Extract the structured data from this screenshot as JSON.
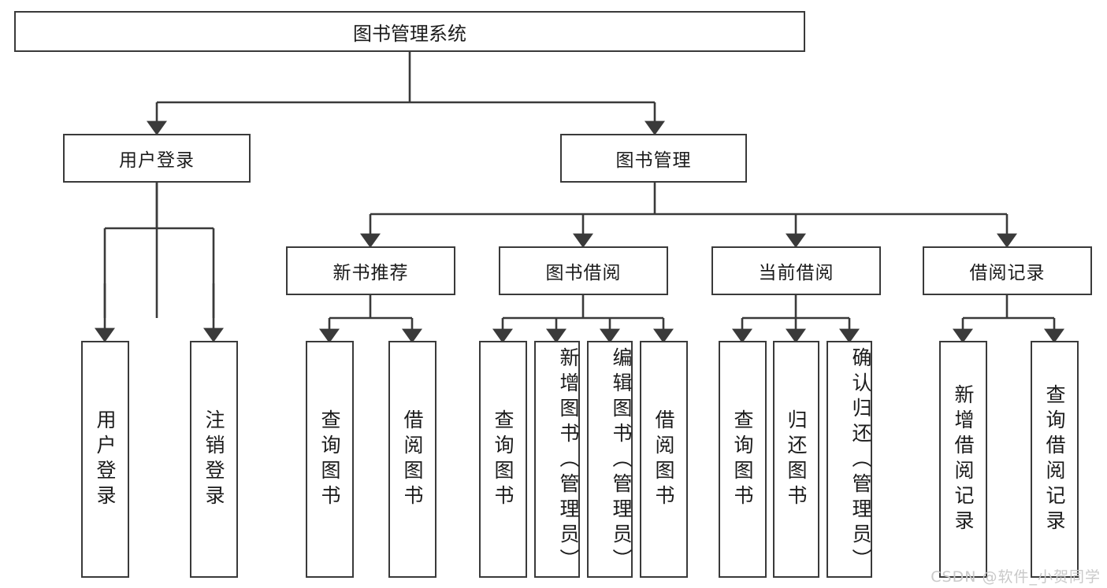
{
  "diagram": {
    "title": "图书管理系统",
    "type": "hierarchy-tree",
    "watermark": "CSDN @软件_小贺同学",
    "colors": {
      "stroke": "#3a3a3a",
      "fill": "#ffffff",
      "text": "#1b1b1b",
      "watermark": "#c9c9c9"
    },
    "root": {
      "label": "图书管理系统"
    },
    "level2": [
      {
        "label": "用户登录"
      },
      {
        "label": "图书管理"
      }
    ],
    "level3": [
      {
        "label": "新书推荐"
      },
      {
        "label": "图书借阅"
      },
      {
        "label": "当前借阅"
      },
      {
        "label": "借阅记录"
      }
    ],
    "leaves": {
      "user_login": [
        {
          "label": "用户登录"
        },
        {
          "label": "注销登录"
        }
      ],
      "new_book_recommend": [
        {
          "label": "查询图书"
        },
        {
          "label": "借阅图书"
        }
      ],
      "book_borrow": [
        {
          "label": "查询图书"
        },
        {
          "label": "新增图书（管理员）"
        },
        {
          "label": "编辑图书（管理员）"
        },
        {
          "label": "借阅图书"
        }
      ],
      "current_borrow": [
        {
          "label": "查询图书"
        },
        {
          "label": "归还图书"
        },
        {
          "label": "确认归还（管理员）"
        }
      ],
      "borrow_record": [
        {
          "label": "新增借阅记录"
        },
        {
          "label": "查询借阅记录"
        }
      ]
    }
  }
}
